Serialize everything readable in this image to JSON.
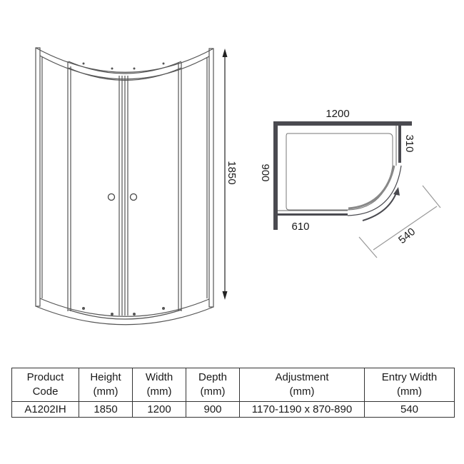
{
  "elevation": {
    "height_label": "1850"
  },
  "plan": {
    "width_label": "1200",
    "depth_label": "900",
    "side_return_label": "310",
    "front_fixed_label": "610",
    "entry_label": "540",
    "wall_color": "#4a4a50",
    "line_color": "#6b6b70"
  },
  "table": {
    "headers": [
      {
        "line1": "Product",
        "line2": "Code"
      },
      {
        "line1": "Height",
        "line2": "(mm)"
      },
      {
        "line1": "Width",
        "line2": "(mm)"
      },
      {
        "line1": "Depth",
        "line2": "(mm)"
      },
      {
        "line1": "Adjustment",
        "line2": "(mm)"
      },
      {
        "line1": "Entry Width",
        "line2": "(mm)"
      }
    ],
    "rows": [
      [
        "A1202IH",
        "1850",
        "1200",
        "900",
        "1170-1190 x 870-890",
        "540"
      ]
    ]
  }
}
